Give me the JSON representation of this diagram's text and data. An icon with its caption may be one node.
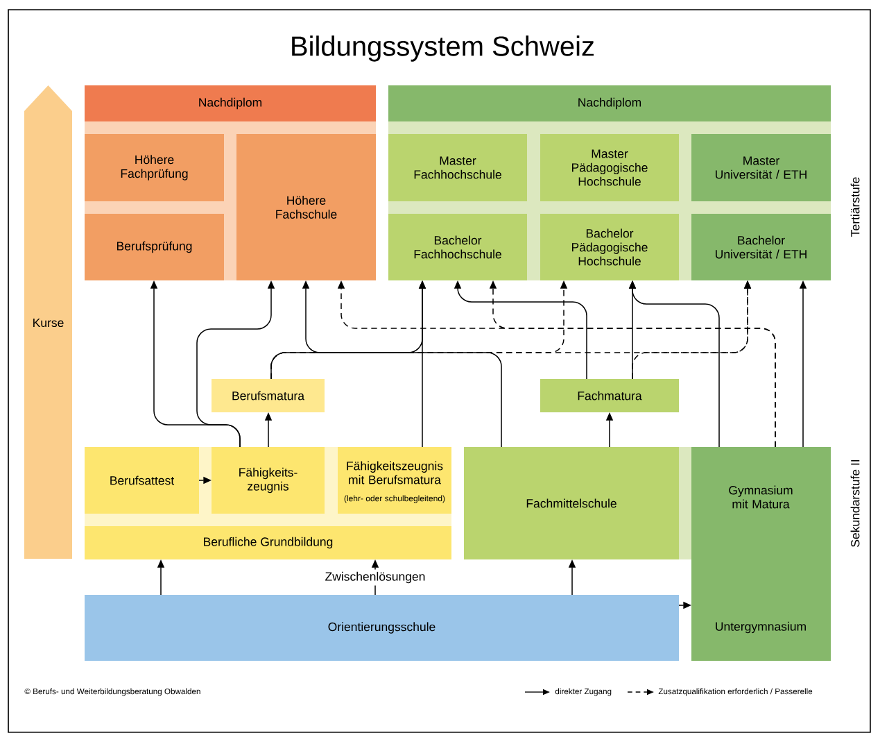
{
  "diagram": {
    "title": "Bildungssystem Schweiz",
    "nodes": [
      {
        "text": [
          "Kurse"
        ]
      },
      {
        "text": [
          "Nachdiplom"
        ]
      },
      {
        "text": [
          "Höhere Fachprüfung"
        ]
      },
      {
        "text": [
          "Berufsprüfung"
        ]
      },
      {
        "text": [
          "Höhere Fachschule"
        ]
      },
      {
        "text": [
          "Nachdiplom"
        ]
      },
      {
        "text": [
          "Master Fachhochschule"
        ]
      },
      {
        "text": [
          "Master Pädagogische Hochschule"
        ]
      },
      {
        "text": [
          "Master Universität / ETH"
        ]
      },
      {
        "text": [
          "Bachelor Fachhochschule"
        ]
      },
      {
        "text": [
          "Bachelor Pädagogische Hochschule"
        ]
      },
      {
        "text": [
          "Bachelor Universität / ETH"
        ]
      },
      {
        "text": [
          "Berufsmatura"
        ]
      },
      {
        "text": [
          "Fachmatura"
        ]
      },
      {
        "text": [
          "Berufsattest"
        ]
      },
      {
        "text": [
          "Fähigkeits- zeugnis"
        ]
      },
      {
        "text": [
          "Fähigkeitszeugnis mit Berufsmatura",
          "(lehr- oder schulbegleitend)"
        ]
      },
      {
        "text": [
          "Berufliche Grundbildung"
        ]
      },
      {
        "text": [
          "Fachmittelschule"
        ]
      },
      {
        "text": [
          "Gymnasium mit Matura",
          "Untergymnasium"
        ]
      },
      {
        "text": [
          "Orientierungsschule"
        ]
      }
    ],
    "edges": [
      {
        "from": 14,
        "to": 15,
        "arrow": "to"
      },
      {
        "from": 20,
        "to": 17,
        "arrow": "to"
      },
      {
        "from": 20,
        "to": 17,
        "arrow": "to",
        "label": "Zwischenlösungen"
      },
      {
        "from": 20,
        "to": 18,
        "arrow": "to"
      },
      {
        "from": 20,
        "to": 19,
        "arrow": "to"
      },
      {
        "from": 15,
        "to": 12,
        "arrow": "to"
      },
      {
        "from": 18,
        "to": 13,
        "arrow": "to"
      },
      {
        "from": 15,
        "to": 3,
        "arrow": "to"
      },
      {
        "from": 15,
        "to": 4,
        "arrow": "to"
      },
      {
        "from": 16,
        "to": 9,
        "arrow": "to"
      },
      {
        "from": 12,
        "to": 9,
        "arrow": "to"
      },
      {
        "from": 18,
        "to": 4,
        "arrow": "to"
      },
      {
        "from": 13,
        "to": 9,
        "arrow": "to"
      },
      {
        "from": 13,
        "to": 10,
        "arrow": "to"
      },
      {
        "from": 19,
        "to": 10,
        "arrow": "to"
      },
      {
        "from": 19,
        "to": 11,
        "arrow": "to"
      },
      {
        "from": 19,
        "to": 4,
        "arrow": "to",
        "style": "dashed"
      },
      {
        "from": 19,
        "to": 9,
        "arrow": "to",
        "style": "dashed"
      },
      {
        "from": 12,
        "to": 10,
        "arrow": "to",
        "style": "dashed"
      },
      {
        "from": 12,
        "to": 11,
        "arrow": "to",
        "style": "dashed"
      },
      {
        "from": 13,
        "to": 11,
        "arrow": "to",
        "style": "dashed"
      }
    ],
    "labels": [
      "Tertiärstufe",
      "Sekundarstufe II",
      "© Berufs- und Weiterbildungsberatung Obwalden"
    ],
    "legend": [
      {
        "text": "direkter Zugang"
      },
      {
        "text": "Zusatzqualifikation erforderlich / Passerelle"
      }
    ]
  }
}
